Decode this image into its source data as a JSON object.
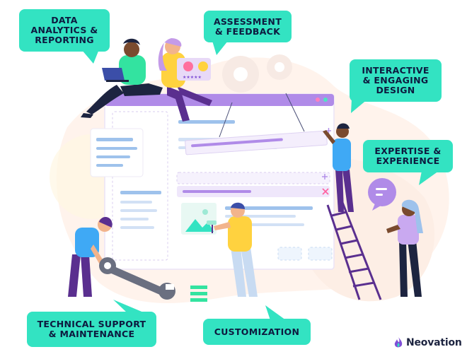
{
  "callouts": {
    "data_analytics": [
      "DATA",
      "ANALYTICS &",
      "REPORTING"
    ],
    "assessment": [
      "ASSESSMENT",
      "& FEEDBACK"
    ],
    "interactive": [
      "INTERACTIVE",
      "& ENGAGING",
      "DESIGN"
    ],
    "expertise": [
      "EXPERTISE &",
      "EXPERIENCE"
    ],
    "technical": [
      "TECHNICAL SUPPORT",
      "& MAINTENANCE"
    ],
    "customization": [
      "CUSTOMIZATION"
    ]
  },
  "brand": {
    "name": "Neovation",
    "icon": "flame-logo-icon"
  },
  "colors": {
    "callout_bg": "#33e3c2",
    "callout_text": "#0d1a3f",
    "window_bar": "#b08be8",
    "accent_purple": "#7f4fd6",
    "accent_blue": "#9ec2ec",
    "accent_green": "#33e3c2",
    "backdrop": "#fdf1ea"
  }
}
